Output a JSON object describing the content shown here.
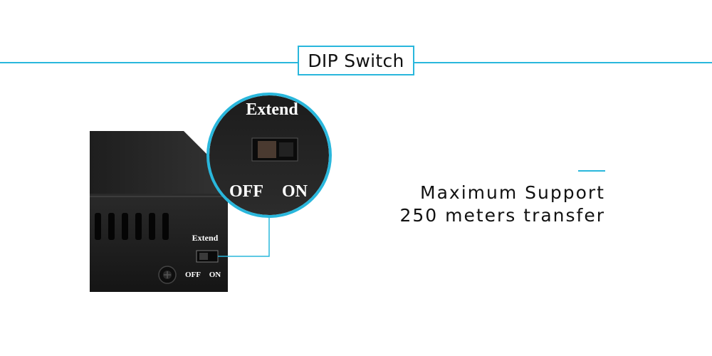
{
  "header": {
    "title": "DIP Switch"
  },
  "device": {
    "panel_label": "Extend",
    "panel_off": "OFF",
    "panel_on": "ON",
    "zoom_label": "Extend",
    "zoom_off": "OFF",
    "zoom_on": "ON"
  },
  "description": {
    "line1": "Maximum Support",
    "line2": "250 meters transfer"
  },
  "colors": {
    "accent": "#29b7dc",
    "device": "#1a1a1a"
  }
}
